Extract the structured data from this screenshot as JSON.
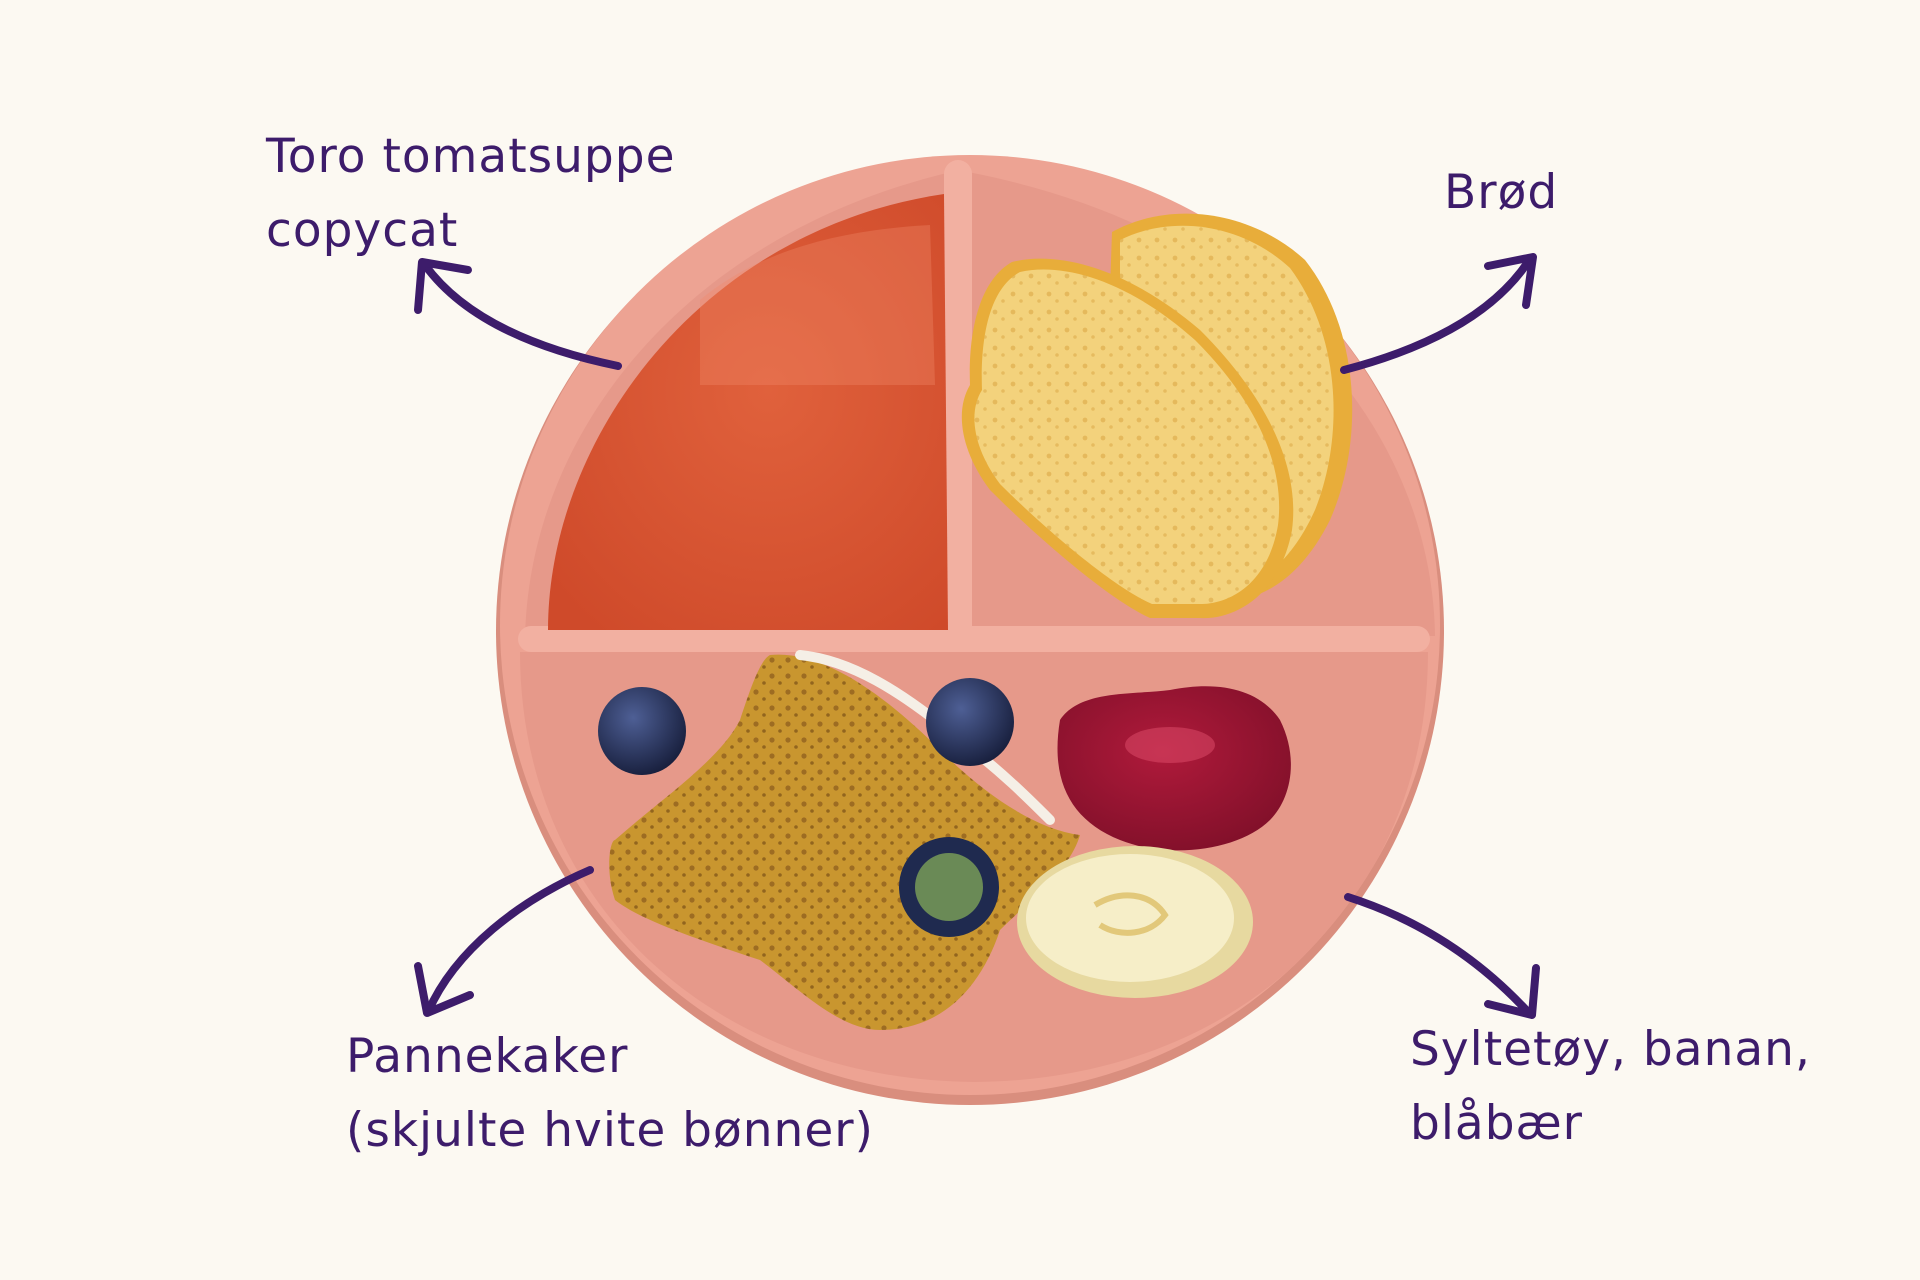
{
  "colors": {
    "background": "#fcf9f2",
    "plate": "#eda393",
    "label_text": "#3d1c6b",
    "arrow": "#3d1c6b"
  },
  "labels": {
    "soup": {
      "line1": "Toro tomatsuppe",
      "line2": "copycat"
    },
    "bread": {
      "line1": "Brød"
    },
    "pancakes": {
      "line1": "Pannekaker",
      "line2": "(skjulte hvite bønner)"
    },
    "jam_banana_blueberry": {
      "line1": "Syltetøy, banan,",
      "line2": "blåbær"
    }
  }
}
